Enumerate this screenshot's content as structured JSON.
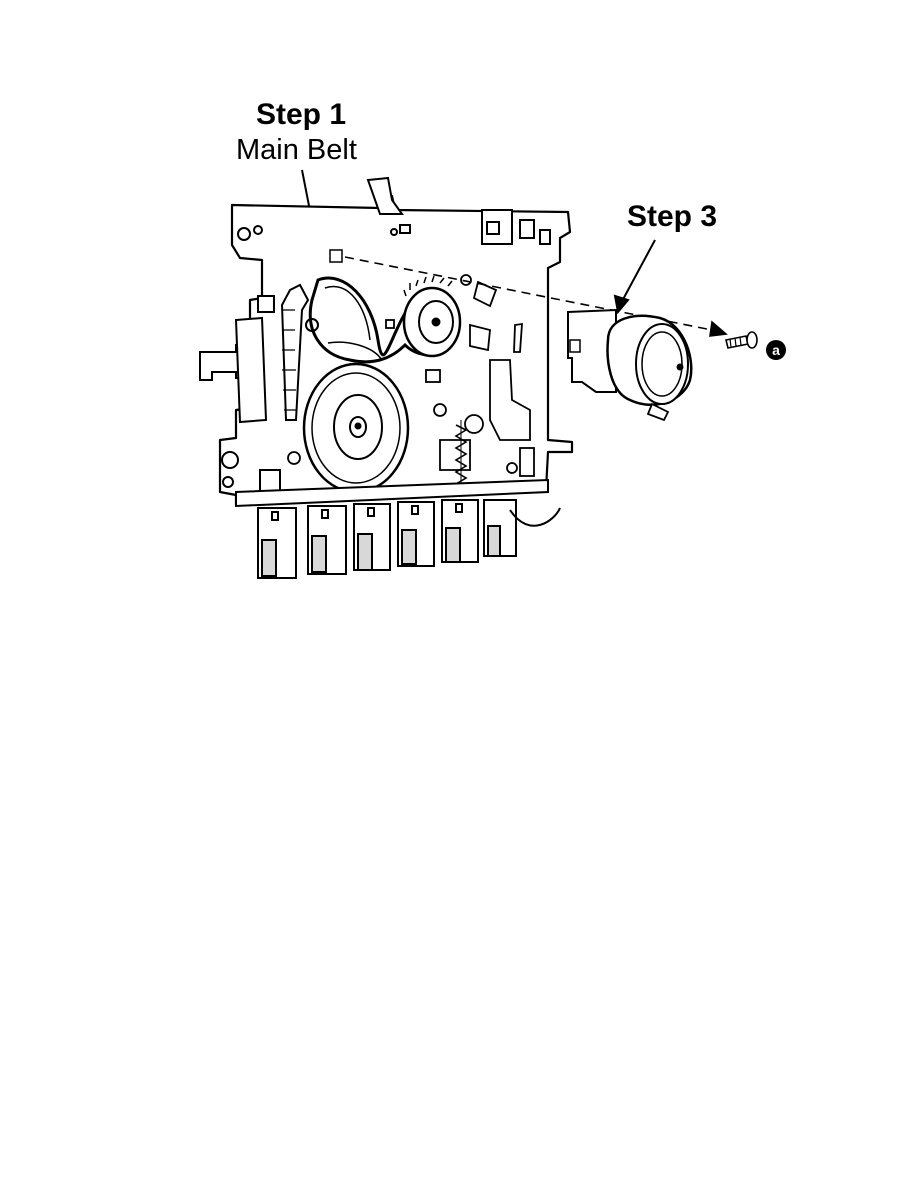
{
  "labels": {
    "step1": "Step 1",
    "main_belt": "Main Belt",
    "step3": "Step 3",
    "screw_marker": "a"
  },
  "colors": {
    "ink": "#000000",
    "paper": "#ffffff",
    "shade": "#d8d8d8"
  }
}
